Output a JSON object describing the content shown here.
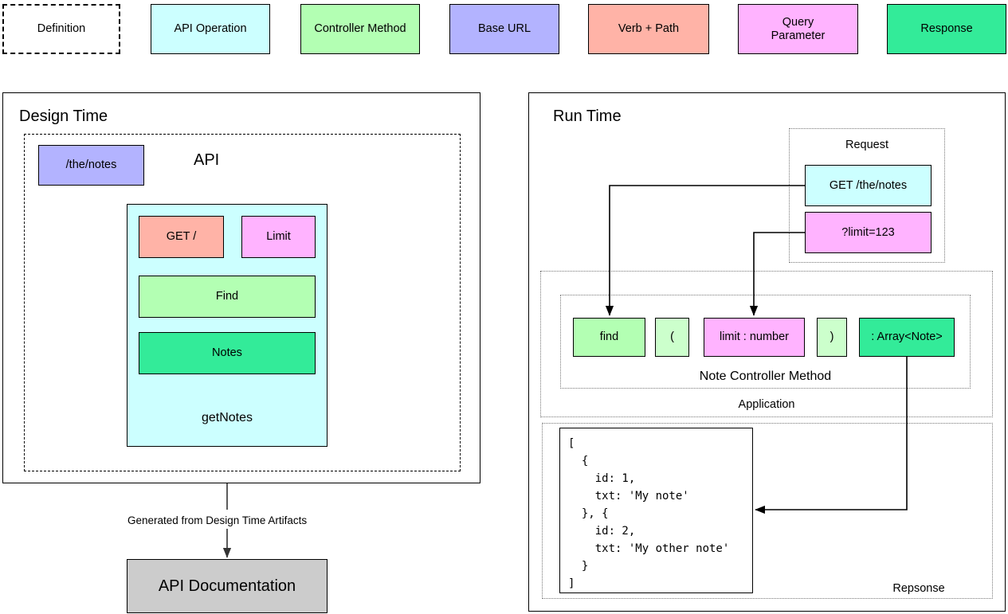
{
  "legend": {
    "items": [
      {
        "label": "Definition",
        "color": "#ffffff",
        "style": "dashed"
      },
      {
        "label": "API Operation",
        "color": "#ccffff",
        "style": "solid"
      },
      {
        "label": "Controller Method",
        "color": "#b3ffb3",
        "style": "solid"
      },
      {
        "label": "Base URL",
        "color": "#b3b3ff",
        "style": "solid"
      },
      {
        "label": "Verb + Path",
        "color": "#ffb3a7",
        "style": "solid"
      },
      {
        "label": "Query\nParameter",
        "color": "#ffb3ff",
        "style": "solid"
      },
      {
        "label": "Response",
        "color": "#33eb99",
        "style": "solid"
      }
    ],
    "query_parameter_line1": "Query",
    "query_parameter_line2": "Parameter"
  },
  "design_time": {
    "title": "Design Time",
    "api_title": "API",
    "base_url": "/the/notes",
    "operation": {
      "name": "getNotes",
      "verb_path": "GET /",
      "query_param": "Limit",
      "controller_method": "Find",
      "response": "Notes"
    },
    "generated_label": "Generated from Design Time Artifacts",
    "documentation": "API Documentation"
  },
  "run_time": {
    "title": "Run Time",
    "request": {
      "label": "Request",
      "verb_path": "GET /the/notes",
      "query_param": "?limit=123"
    },
    "application": {
      "label": "Application",
      "controller": {
        "label": "Note Controller Method",
        "tokens": [
          {
            "text": "find",
            "color": "#b3ffb3",
            "width": 92
          },
          {
            "text": "(",
            "color": "#ccffcc",
            "width": 42
          },
          {
            "text": "limit : number",
            "color": "#ffb3ff",
            "width": 128
          },
          {
            "text": ")",
            "color": "#ccffcc",
            "width": 38
          },
          {
            "text": ": Array<Note>",
            "color": "#33eb99",
            "width": 120
          }
        ]
      }
    },
    "response": {
      "label": "Repsonse",
      "body": "[\n  {\n    id: 1,\n    txt: 'My note'\n  }, {\n    id: 2,\n    txt: 'My other note'\n  }\n]"
    }
  }
}
